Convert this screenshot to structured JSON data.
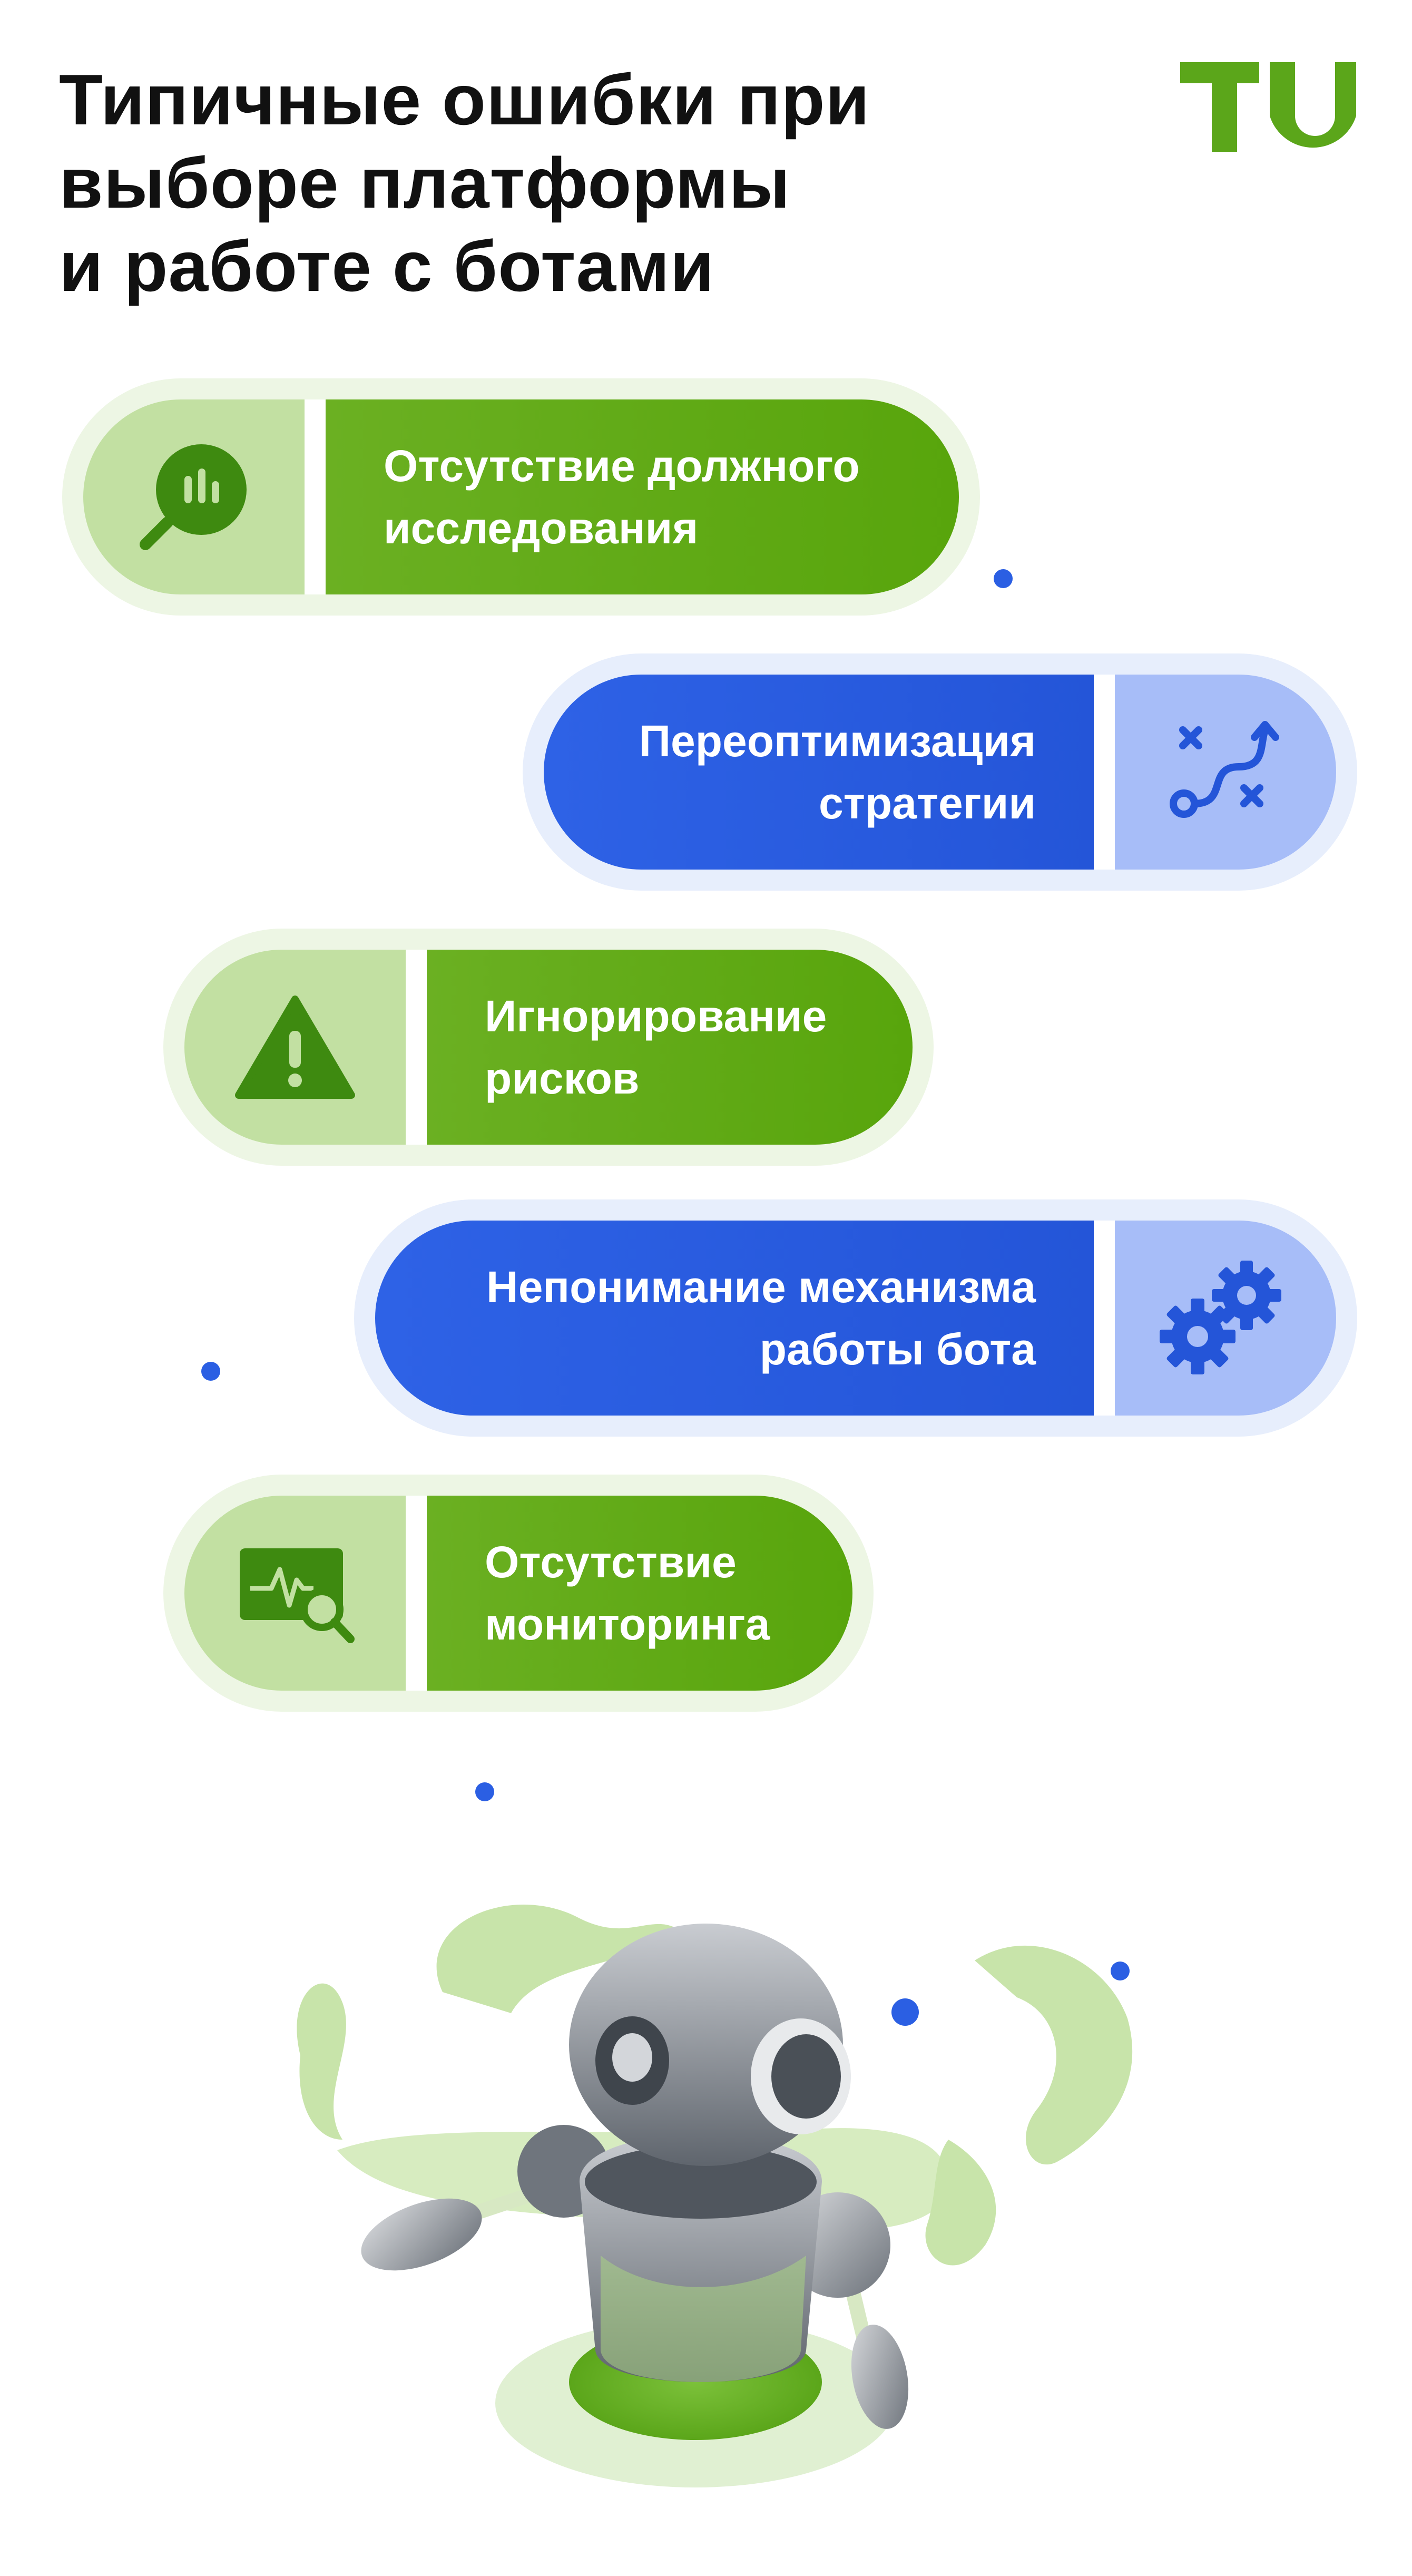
{
  "title": {
    "line1": "Типичные ошибки при",
    "line2": "выборе платформы",
    "line3": "и работе с ботами"
  },
  "logo": {
    "text": "TU",
    "color": "#5ba61a",
    "icon": "tu-logo"
  },
  "colors": {
    "green": "#5ba61a",
    "green_light": "#c2e0a2",
    "blue": "#2b5fe3",
    "blue_light": "#a7bdf8",
    "title": "#111111"
  },
  "items": [
    {
      "line1": "Отсутствие должного",
      "line2": "исследования",
      "icon": "analytics-search-icon",
      "color": "green"
    },
    {
      "line1": "Переоптимизация",
      "line2": "стратегии",
      "icon": "strategy-path-icon",
      "color": "blue"
    },
    {
      "line1": "Игнорирование",
      "line2": "рисков",
      "icon": "warning-icon",
      "color": "green"
    },
    {
      "line1": "Непонимание механизма",
      "line2": "работы бота",
      "icon": "gears-icon",
      "color": "blue"
    },
    {
      "line1": "Отсутствие",
      "line2": "мониторинга",
      "icon": "monitor-search-icon",
      "color": "green"
    }
  ],
  "illustration": {
    "name": "robot-illustration"
  }
}
